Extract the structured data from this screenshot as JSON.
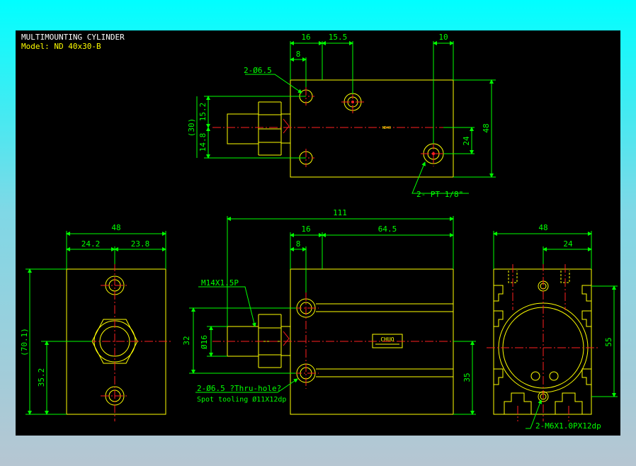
{
  "header": {
    "title": "MULTIMOUNTING CYLINDER",
    "model": "Model: ND 40x30-B"
  },
  "colors": {
    "background": "#000000",
    "outline": "#ffff00",
    "dimension": "#00ff00",
    "centerline": "#ff2020",
    "title_text": "#ffffff",
    "model_text": "#ffff00",
    "frame_gradient_top": "#00ffff",
    "frame_gradient_bottom": "#b6c6d2"
  },
  "top_view": {
    "dims": {
      "d16": "16",
      "d15_5": "15.5",
      "d10": "10",
      "d8": "8",
      "d15_2": "15.2",
      "d30": "(30)",
      "d14_8": "14.8",
      "d48": "48",
      "d24": "24"
    },
    "notes": {
      "holes": "2-Ø6.5",
      "port": "2- PT 1/8\"",
      "mark": "ND40"
    }
  },
  "front_view": {
    "dims": {
      "d111": "111",
      "d16": "16",
      "d64_5": "64.5",
      "d8": "8",
      "d32": "32",
      "d16dia": "Ø16",
      "d35": "35"
    },
    "notes": {
      "thread": "M14X1.5P",
      "holes": "2-Ø6.5 ?Thru-hole?",
      "spot": "Spot tooling  Ø11X12dp",
      "brand": "CHUO"
    }
  },
  "left_view": {
    "dims": {
      "d48": "48",
      "d24_2": "24.2",
      "d23_8": "23.8",
      "d70_1": "(70.1)",
      "d35_2": "35.2"
    }
  },
  "right_view": {
    "dims": {
      "d48": "48",
      "d24": "24",
      "d55": "55"
    },
    "notes": {
      "tap": "2-M6X1.0PX12dp"
    }
  }
}
